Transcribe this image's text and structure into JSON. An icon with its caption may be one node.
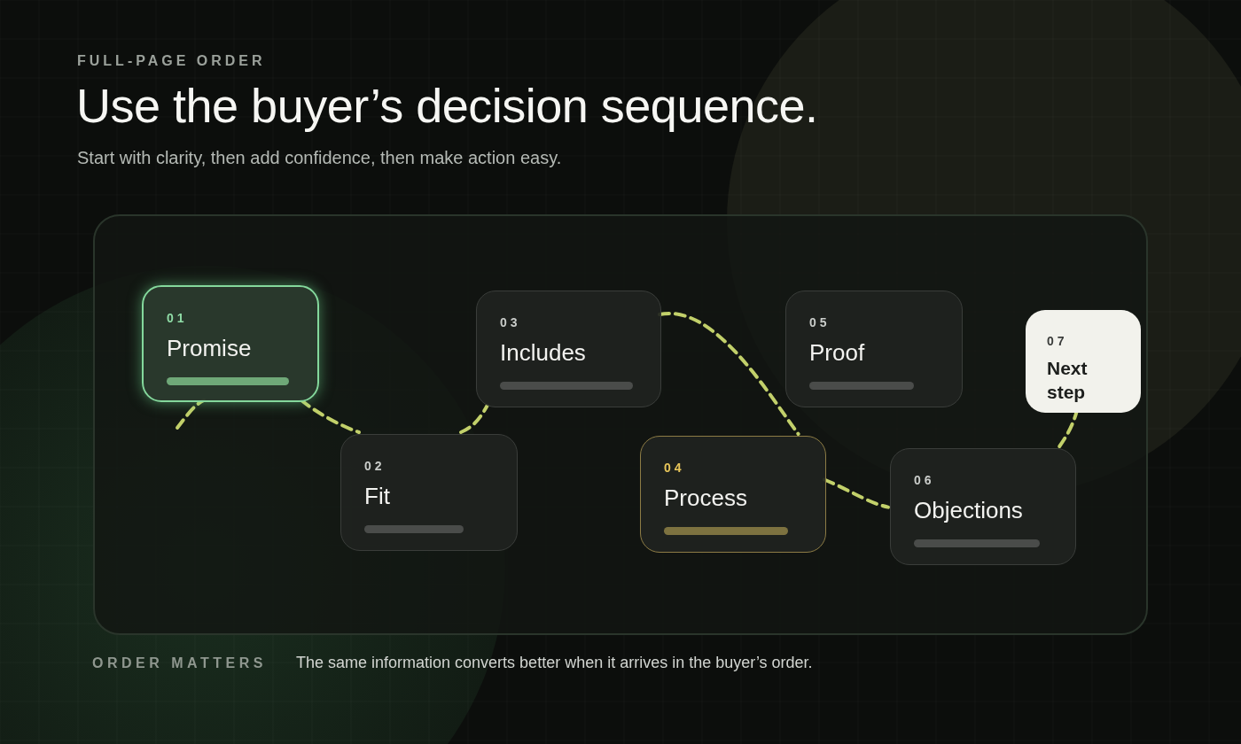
{
  "diagram": {
    "title": "Use the buyer’s decision sequence.",
    "nodes": [
      {
        "text": [],
        "shape": "box"
      },
      {
        "text": [
          "01",
          "Promise"
        ],
        "in": 0
      },
      {
        "text": [
          "02",
          "Fit"
        ],
        "in": 0
      },
      {
        "text": [
          "03",
          "Includes"
        ],
        "in": 0
      },
      {
        "text": [
          "04",
          "Process"
        ],
        "in": 0
      },
      {
        "text": [
          "05",
          "Proof"
        ],
        "in": 0
      },
      {
        "text": [
          "06",
          "Objections"
        ],
        "in": 0
      },
      {
        "text": [
          "07",
          "Next step"
        ],
        "in": 0
      }
    ],
    "edges": [
      {
        "from": null,
        "to": 1,
        "arrow": "none"
      },
      {
        "from": 1,
        "to": 2,
        "arrow": "none"
      },
      {
        "from": 2,
        "to": 3,
        "arrow": "none"
      },
      {
        "from": 3,
        "to": 4,
        "arrow": "none"
      },
      {
        "from": 4,
        "to": 6,
        "arrow": "none"
      },
      {
        "from": 6,
        "to": 7,
        "arrow": "none"
      }
    ],
    "labels": [
      "FULL-PAGE ORDER",
      "Start with clarity, then add confidence, then make action easy.",
      "ORDER MATTERS",
      "The same information converts better when it arrives in the buyer’s order."
    ]
  }
}
